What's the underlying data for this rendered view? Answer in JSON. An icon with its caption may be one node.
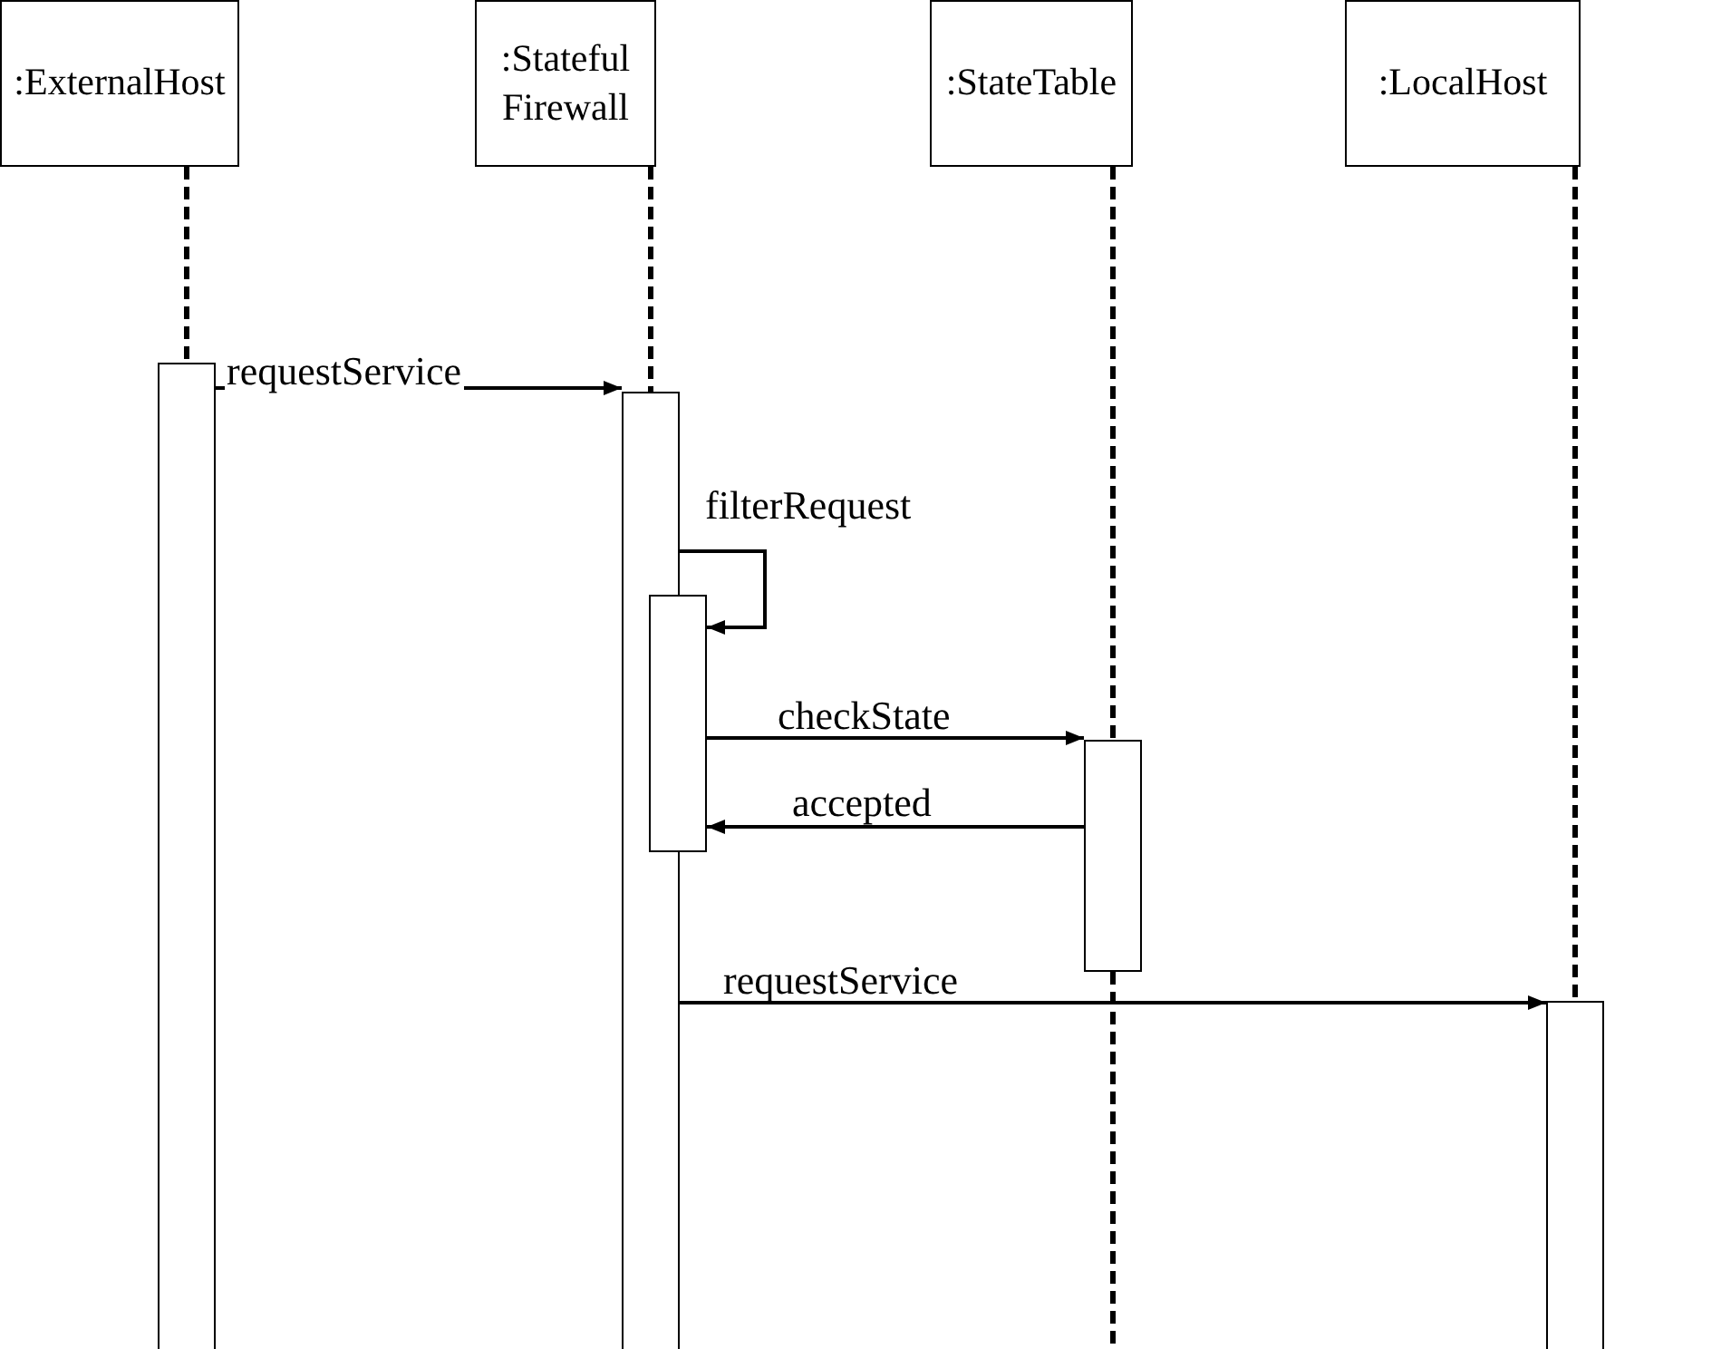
{
  "diagram": {
    "nodes": [
      {
        "text": [
          ":ExternalHost"
        ]
      },
      {
        "text": [
          ":Stateful Firewall"
        ]
      },
      {
        "text": [
          ":StateTable"
        ]
      },
      {
        "text": [
          ":LocalHost"
        ]
      },
      {
        "text": [],
        "shape": "bar"
      },
      {
        "text": [],
        "shape": "bar"
      },
      {
        "text": [],
        "shape": "bar"
      },
      {
        "text": [],
        "shape": "bar"
      },
      {
        "text": [],
        "shape": "bar"
      }
    ],
    "edges": [
      {
        "from": 4,
        "to": 5,
        "arrow": "to",
        "label": "requestService"
      },
      {
        "from": 5,
        "to": 6,
        "arrow": "to",
        "label": "filterRequest"
      },
      {
        "from": 6,
        "to": 7,
        "arrow": "to",
        "label": "checkState"
      },
      {
        "from": 7,
        "to": 6,
        "arrow": "to",
        "label": "accepted"
      },
      {
        "from": 5,
        "to": 8,
        "arrow": "to",
        "label": "requestService"
      },
      {
        "from": 0,
        "to": 4,
        "arrow": "none",
        "style": "dashed"
      },
      {
        "from": 1,
        "to": 5,
        "arrow": "none",
        "style": "dashed"
      },
      {
        "from": 2,
        "to": 7,
        "arrow": "none",
        "style": "dashed"
      },
      {
        "from": 7,
        "to": null,
        "arrow": "none",
        "style": "dashed"
      },
      {
        "from": 3,
        "to": 8,
        "arrow": "none",
        "style": "dashed"
      }
    ]
  }
}
